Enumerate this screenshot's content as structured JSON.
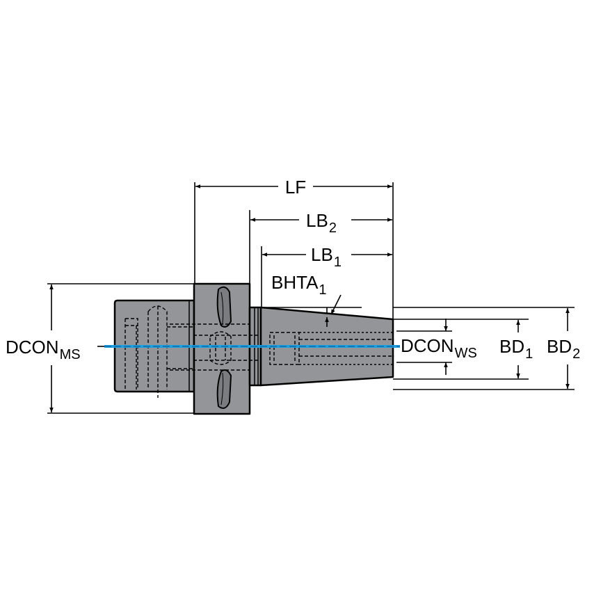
{
  "labels": {
    "lf": "LF",
    "lb2_main": "LB",
    "lb2_sub": "2",
    "lb1_main": "LB",
    "lb1_sub": "1",
    "bhta_main": "BHTA",
    "bhta_sub": "1",
    "dcon_ms_main": "DCON",
    "dcon_ms_sub": "MS",
    "dcon_ws_main": "DCON",
    "dcon_ws_sub": "WS",
    "bd1_main": "BD",
    "bd1_sub": "1",
    "bd2_main": "BD",
    "bd2_sub": "2"
  },
  "colors": {
    "body": "#939598",
    "outline": "#000000",
    "axis": "#1e9fe0",
    "background": "#ffffff"
  }
}
